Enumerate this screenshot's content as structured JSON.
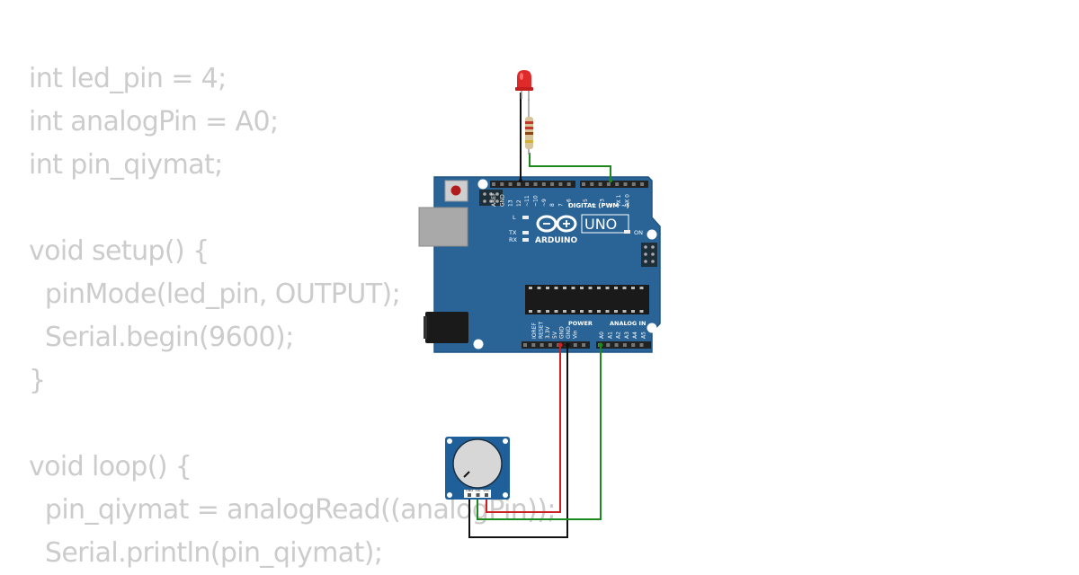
{
  "code": {
    "lines": [
      "int led_pin = 4;",
      "int analogPin = A0;",
      "int pin_qiymat;",
      "",
      "void setup() {",
      "  pinMode(led_pin, OUTPUT);",
      "  Serial.begin(9600);",
      "}",
      "",
      "void loop() {",
      "  pin_qiymat = analogRead((analogPin));",
      "  Serial.println(pin_qiymat);"
    ]
  },
  "board": {
    "logo": "ARDUINO",
    "model": "UNO",
    "on_label": "ON",
    "l_label": "L",
    "tx_label": "TX",
    "rx_label": "RX",
    "digital_label": "DIGITAL (PWM ~)",
    "power_label": "POWER",
    "analog_label": "ANALOG IN",
    "top_pin_labels": [
      "AREF",
      "GND",
      "13",
      "12",
      "~11",
      "~10",
      "~9",
      "8",
      "7",
      "~6",
      "~5",
      "4",
      "~3",
      "2",
      "TX 1",
      "RX 0"
    ],
    "power_pin_labels": [
      "IOREF",
      "RESET",
      "3.3V",
      "5V",
      "GND",
      "GND",
      "Vin"
    ],
    "analog_pin_labels": [
      "A0",
      "A1",
      "A2",
      "A3",
      "A4",
      "A5"
    ]
  },
  "potentiometer": {
    "pin_labels": [
      "GND",
      "SIG",
      "VCC"
    ]
  },
  "colors": {
    "board": "#2a6496",
    "board_dark": "#1f5582",
    "wire_black": "#111111",
    "wire_red": "#cc2222",
    "wire_green": "#1e8a1e",
    "led_red": "#e02a2a",
    "code_text": "#cccccc"
  }
}
